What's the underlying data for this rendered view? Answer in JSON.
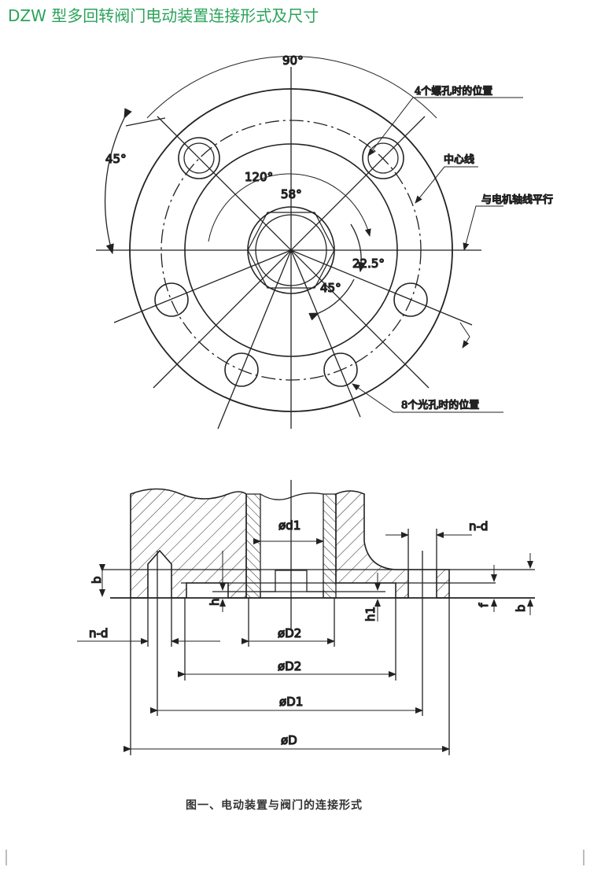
{
  "title": "DZW 型多回转阀门电动装置连接形式及尺寸",
  "top_view": {
    "angle_90": "90°",
    "angle_45_left": "45°",
    "angle_120": "120°",
    "angle_58": "58°",
    "angle_22_5": "22.5°",
    "angle_45_bottom": "45°",
    "label_4_holes": "4个螺孔时的位置",
    "label_center_line": "中心线",
    "label_parallel": "与电机轴线平行",
    "label_8_holes": "8个光孔时的位置"
  },
  "section_view": {
    "d1": "ød1",
    "n_d_right": "n-d",
    "b_left": "b",
    "h": "h",
    "h1": "h1",
    "f": "f",
    "b_right": "b",
    "n_d_left": "n-d",
    "D2_upper": "øD2",
    "D2_lower": "øD2",
    "D1": "øD1",
    "D": "øD"
  },
  "caption": "图一、电动装置与阀门的连接形式"
}
